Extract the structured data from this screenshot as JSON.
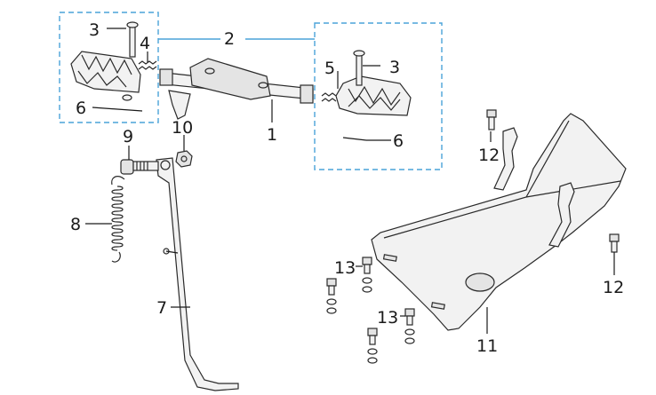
{
  "callouts": {
    "c1": "1",
    "c2": "2",
    "c3a": "3",
    "c3b": "3",
    "c4": "4",
    "c5": "5",
    "c6a": "6",
    "c6b": "6",
    "c7": "7",
    "c8": "8",
    "c9": "9",
    "c10": "10",
    "c11": "11",
    "c12a": "12",
    "c12b": "12",
    "c13a": "13",
    "c13b": "13"
  },
  "colors": {
    "group_box": "#4aa3d9",
    "ink": "#1a1a1a"
  }
}
